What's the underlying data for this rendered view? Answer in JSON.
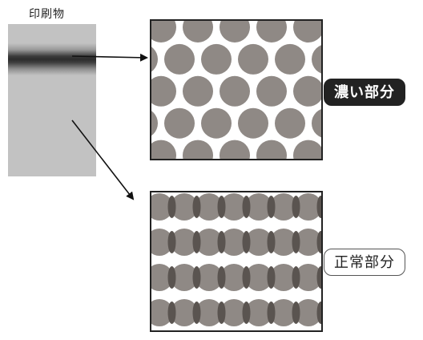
{
  "printed_matter_label": "印刷物",
  "dense_part_label": "濃い部分",
  "normal_part_label": "正常部分",
  "colors": {
    "dot_fill": "#8f8985",
    "overlap_fill": "#5a5450",
    "outline": "#222222"
  },
  "icons": [
    "arrow-right",
    "arrow-diagonal"
  ]
}
